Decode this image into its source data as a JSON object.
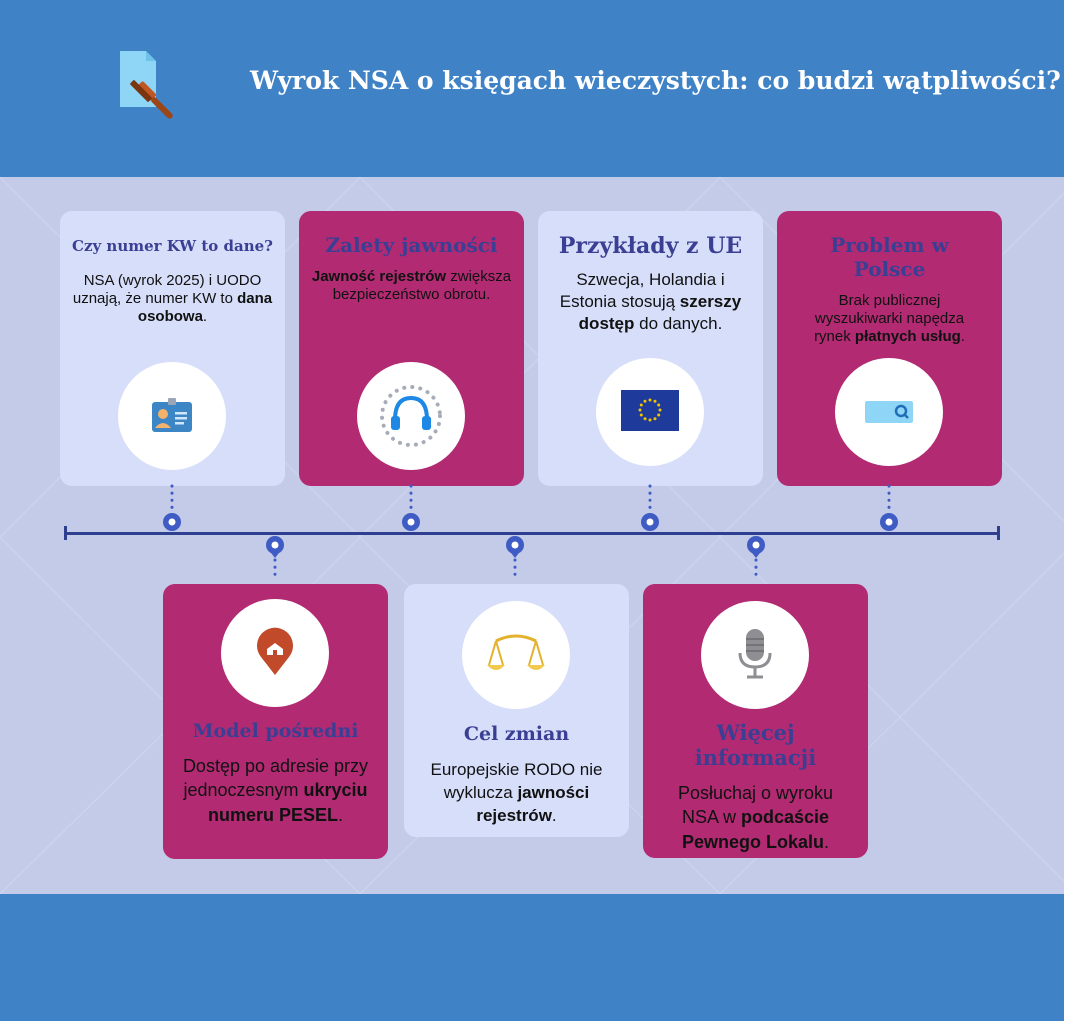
{
  "header": {
    "title": "Wyrok NSA o księgach wieczystych: co budzi wątpliwości?",
    "logo_icon": "document-gavel-icon"
  },
  "colors": {
    "band_blue": "#3f82c6",
    "card_light": "#d6defa",
    "card_dark": "#b22a72",
    "heading_navy": "#3b3f93",
    "timeline": "#2f3f8f"
  },
  "top_cards": [
    {
      "title": "Czy numer KW to dane?",
      "body": [
        {
          "t": "NSA (wyrok 2025) i UODO uznają, że numer KW to ",
          "b": false
        },
        {
          "t": "dana osobowa",
          "b": true
        },
        {
          "t": ".",
          "b": false
        }
      ],
      "icon": "id-card-icon"
    },
    {
      "title": "Zalety jawności",
      "body": [
        {
          "t": "Jawność rejestrów",
          "b": true
        },
        {
          "t": " zwiększa bezpieczeństwo obrotu.",
          "b": false
        }
      ],
      "icon": "headphones-icon"
    },
    {
      "title": "Przykłady z UE",
      "body": [
        {
          "t": "Szwecja, Holandia i Estonia stosują ",
          "b": false
        },
        {
          "t": "szerszy dostęp",
          "b": true
        },
        {
          "t": " do danych.",
          "b": false
        }
      ],
      "icon": "eu-flag-icon"
    },
    {
      "title": "Problem w Polsce",
      "body": [
        {
          "t": "Brak publicznej wyszukiwarki napędza rynek ",
          "b": false
        },
        {
          "t": "płatnych usług",
          "b": true
        },
        {
          "t": ".",
          "b": false
        }
      ],
      "icon": "search-card-icon"
    }
  ],
  "bottom_cards": [
    {
      "title": "Model pośredni",
      "body": [
        {
          "t": "Dostęp po adresie przy jednoczesnym ",
          "b": false
        },
        {
          "t": "ukryciu numeru PESEL",
          "b": true
        },
        {
          "t": ".",
          "b": false
        }
      ],
      "icon": "home-pin-icon"
    },
    {
      "title": "Cel zmian",
      "body": [
        {
          "t": "Europejskie RODO nie wyklucza ",
          "b": false
        },
        {
          "t": "jawności rejestrów",
          "b": true
        },
        {
          "t": ".",
          "b": false
        }
      ],
      "icon": "scales-icon"
    },
    {
      "title": "Więcej informacji",
      "body": [
        {
          "t": "Posłuchaj o wyroku NSA w ",
          "b": false
        },
        {
          "t": "podcaście Pewnego Lokalu",
          "b": true
        },
        {
          "t": ".",
          "b": false
        }
      ],
      "icon": "microphone-icon"
    }
  ]
}
